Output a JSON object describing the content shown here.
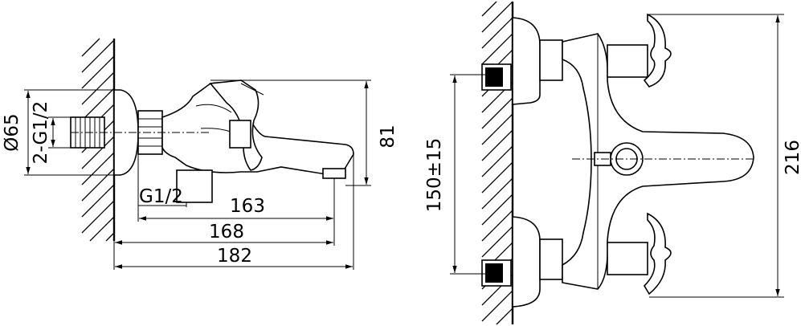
{
  "diagram": {
    "side_view": {
      "dimensions": {
        "diameter": "Ø65",
        "thread_inlet": "2-G1/2",
        "thread_outlet": "G1/2",
        "height": "81",
        "length_163": "163",
        "length_168": "168",
        "length_182": "182"
      }
    },
    "front_view": {
      "dimensions": {
        "center_distance": "150±15",
        "height": "216"
      }
    }
  }
}
